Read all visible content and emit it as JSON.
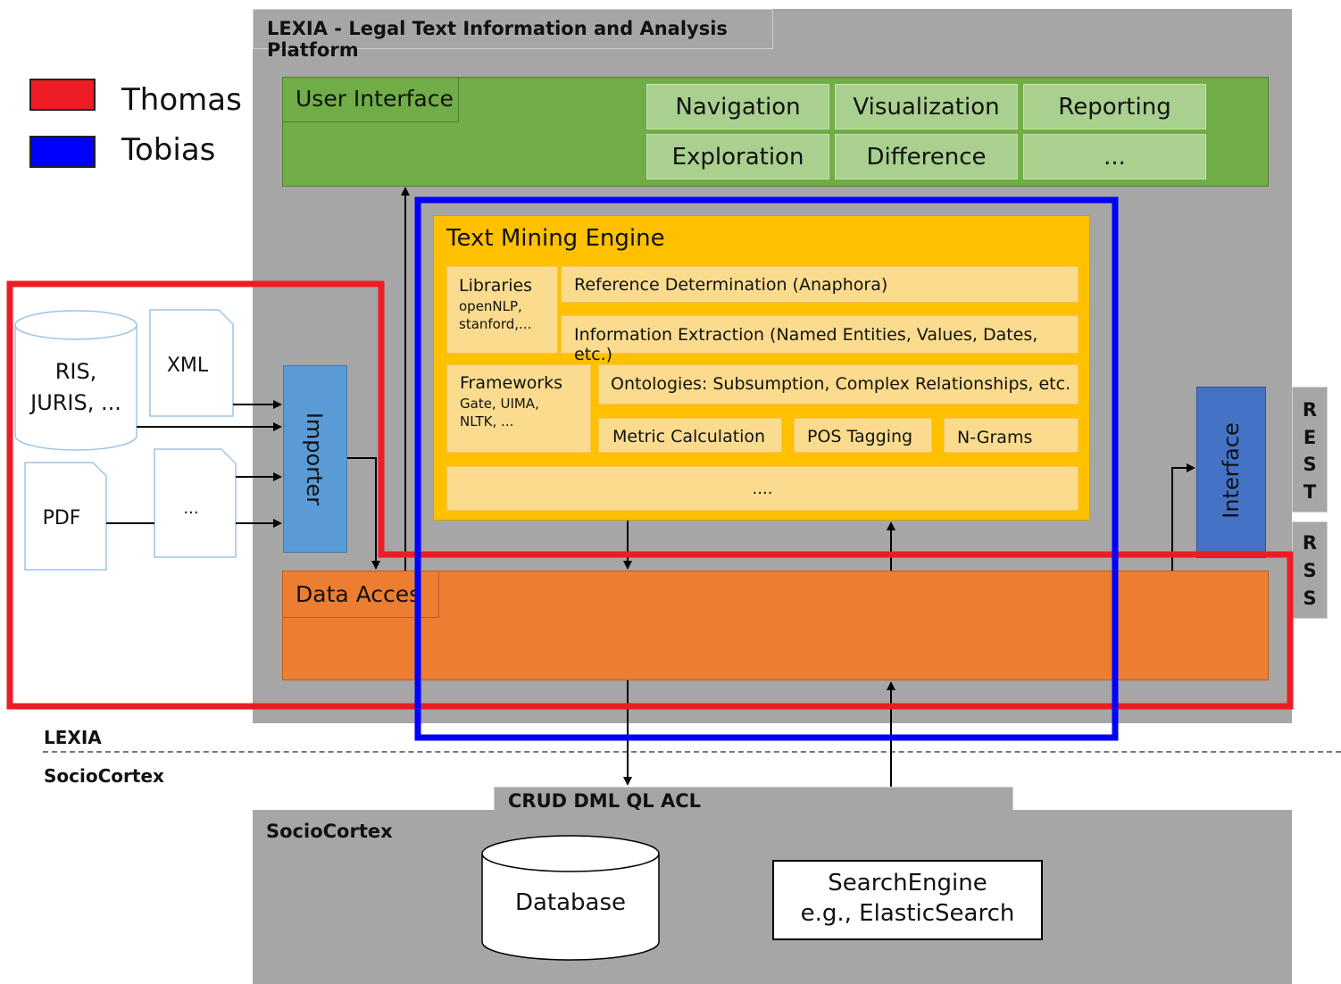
{
  "legend": [
    {
      "name": "Thomas",
      "color": "#ee1c25"
    },
    {
      "name": "Tobias",
      "color": "#0000ff"
    }
  ],
  "platform": {
    "title": "LEXIA - Legal Text Information and Analysis Platform"
  },
  "ui": {
    "title": "User Interface",
    "buttons": [
      "Navigation",
      "Visualization",
      "Reporting",
      "Exploration",
      "Difference",
      "..."
    ]
  },
  "engine": {
    "title": "Text Mining Engine",
    "libraries": {
      "title": "Libraries",
      "sub1": "openNLP,",
      "sub2": "stanford,..."
    },
    "reference": "Reference Determination (Anaphora)",
    "information": "Information Extraction (Named Entities, Values, Dates, etc.)",
    "frameworks": {
      "title": "Frameworks",
      "sub1": "Gate, UIMA,",
      "sub2": "NLTK, ..."
    },
    "ontologies": "Ontologies: Subsumption, Complex Relationships, etc.",
    "metric": "Metric Calculation",
    "pos": "POS Tagging",
    "ngrams": "N-Grams",
    "more": "...."
  },
  "sources": {
    "ris_line1": "RIS,",
    "ris_line2": "JURIS, ...",
    "xml": "XML",
    "pdf": "PDF",
    "more": "..."
  },
  "importer": "Importer",
  "interface": "Interface",
  "rest": [
    "R",
    "E",
    "S",
    "T"
  ],
  "rss": [
    "R",
    "S",
    "S"
  ],
  "data_access": "Data Acces",
  "divider": {
    "upper": "LEXIA",
    "lower": "SocioCortex"
  },
  "crud": "CRUD DML QL ACL",
  "sociocortex": {
    "title": "SocioCortex",
    "database": "Database",
    "search_line1": "SearchEngine",
    "search_line2": "e.g., ElasticSearch"
  },
  "colors": {
    "platform_gray": "#a6a6a6",
    "ui_green": "#70ad47",
    "engine_yellow": "#ffc000",
    "data_orange": "#ed7d31",
    "importer_blue": "#5b9bd5",
    "interface_blue": "#4472c4"
  }
}
